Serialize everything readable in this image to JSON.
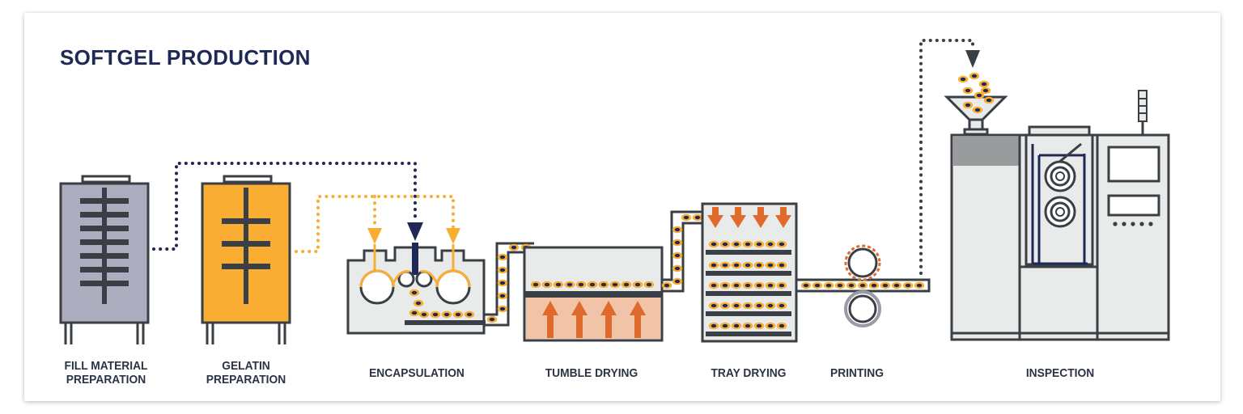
{
  "title": "SOFTGEL PRODUCTION",
  "stages": [
    {
      "line1": "FILL MATERIAL",
      "line2": "PREPARATION"
    },
    {
      "line1": "GELATIN",
      "line2": "PREPARATION"
    },
    {
      "line1": "ENCAPSULATION",
      "line2": ""
    },
    {
      "line1": "TUMBLE DRYING",
      "line2": ""
    },
    {
      "line1": "TRAY DRYING",
      "line2": ""
    },
    {
      "line1": "PRINTING",
      "line2": ""
    },
    {
      "line1": "INSPECTION",
      "line2": ""
    }
  ],
  "colors": {
    "navy": "#1e2a55",
    "orange": "#f9ae33",
    "steel_fill": "#aeadbf",
    "machine_grey": "#e9eaea",
    "machine_dark": "#9a9b9c",
    "outline": "#3a3f45",
    "heat": "#e06a2c",
    "heat_bg": "#f1c4a8"
  },
  "icons": [
    "fill-tank-icon",
    "gelatin-tank-icon",
    "encapsulation-machine-icon",
    "tumble-dryer-icon",
    "tray-dryer-icon",
    "printing-rollers-icon",
    "inspection-machine-icon",
    "hopper-icon"
  ]
}
